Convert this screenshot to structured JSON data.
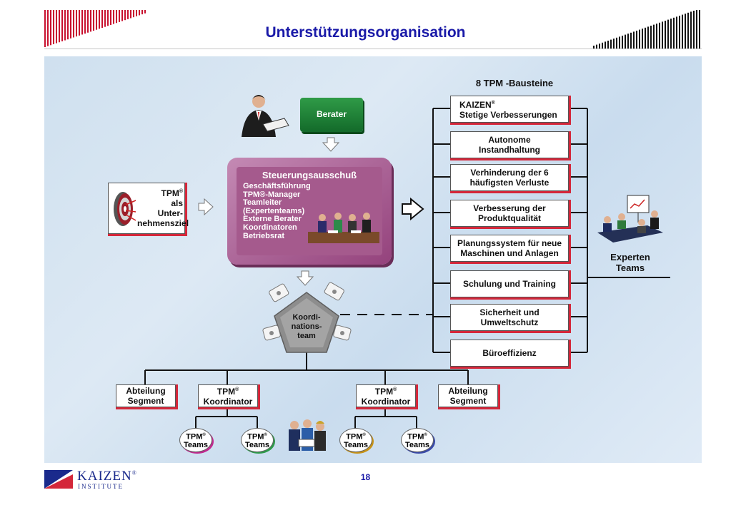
{
  "title": "Unterstützungsorganisation",
  "page_number": "18",
  "logo": {
    "name": "KAIZEN",
    "reg": "®",
    "sub": "INSTITUTE"
  },
  "bausteine": {
    "heading": "8 TPM -Bausteine",
    "items": [
      {
        "line1": "KAIZEN",
        "sup": "®",
        "line2": "Stetige Verbesserungen"
      },
      {
        "line1": "Autonome",
        "line2": "Instandhaltung"
      },
      {
        "line1": "Verhinderung der 6",
        "line2": "häufigsten Verluste"
      },
      {
        "line1": "Verbesserung der",
        "line2": "Produktqualität"
      },
      {
        "line1": "Planungssystem für neue",
        "line2": "Maschinen und Anlagen"
      },
      {
        "line1": "Schulung und Training"
      },
      {
        "line1": "Sicherheit und",
        "line2": "Umweltschutz"
      },
      {
        "line1": "Büroeffizienz"
      }
    ]
  },
  "berater": "Berater",
  "steuerung": {
    "title": "Steuerungsausschuß",
    "items": [
      "Geschäftsführung",
      "TPM®-Manager",
      "Teamleiter",
      "(Expertenteams)",
      "Externe Berater",
      "Koordinatoren",
      "Betriebsrat"
    ]
  },
  "goal": {
    "line1": "TPM",
    "sup": "®",
    "line2": "als",
    "line3": "Unter-",
    "line4": "nehmensziel"
  },
  "expert_teams": {
    "line1": "Experten",
    "line2": "Teams"
  },
  "coord_team": {
    "line1": "Koordi-",
    "line2": "nations-",
    "line3": "team"
  },
  "abteilung": {
    "line1": "Abteilung",
    "line2": "Segment"
  },
  "koordinator": {
    "line1": "TPM",
    "sup": "®",
    "line2": "Koordinator"
  },
  "tpm_teams": {
    "line1": "TPM",
    "sup": "®",
    "line2": "Teams"
  },
  "colors": {
    "title": "#1a1aa8",
    "accent_red": "#d4273a",
    "steuerung": "#a55a8d",
    "berater": "#1f8038",
    "pentagon": "#8d8d8d"
  }
}
